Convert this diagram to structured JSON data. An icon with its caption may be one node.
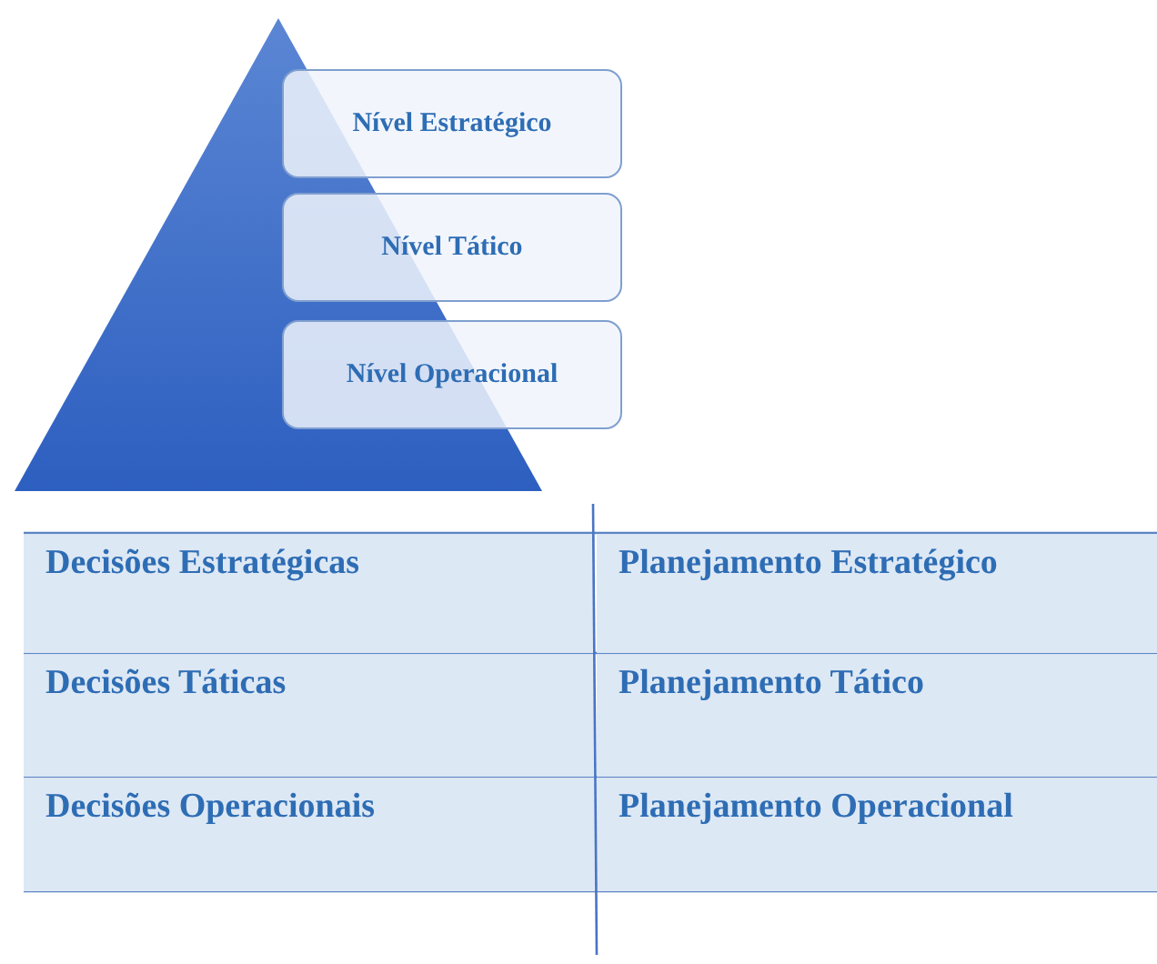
{
  "diagram": {
    "nodes": [
      {
        "text": [
          "Nível Estratégico"
        ]
      },
      {
        "text": [
          "Nível Tático"
        ]
      },
      {
        "text": [
          "Nível Operacional"
        ]
      }
    ],
    "labels": [
      "Decisões Estratégicas",
      "Planejamento Estratégico",
      "Decisões Táticas",
      "Planejamento Tático",
      "Decisões Operacionais",
      "Planejamento Operacional"
    ]
  }
}
